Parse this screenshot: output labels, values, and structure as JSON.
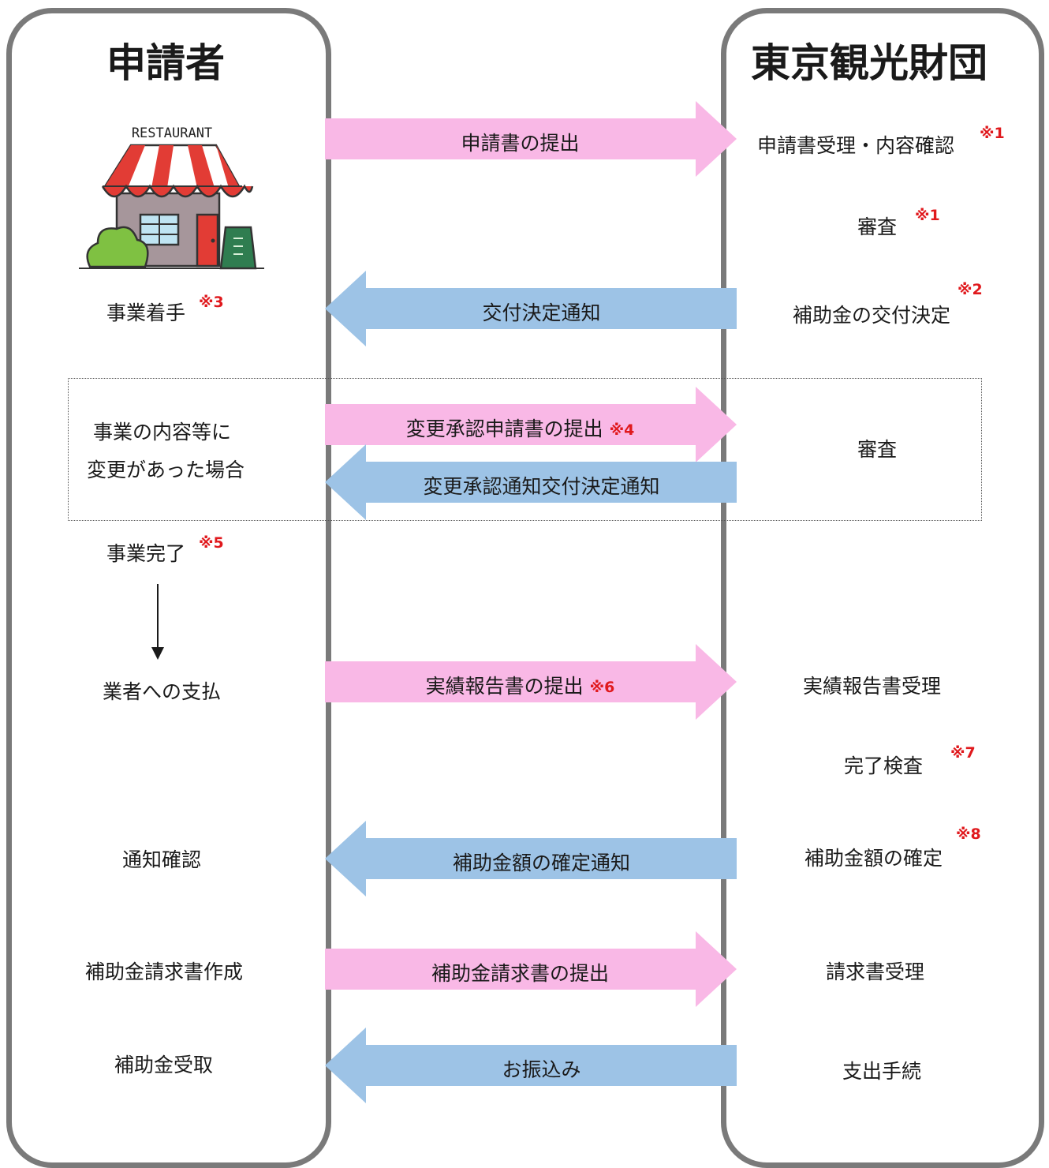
{
  "lanes": {
    "left_title": "申請者",
    "right_title": "東京観光財団"
  },
  "restaurant": {
    "sign_text": "RESTAURANT",
    "icon": "restaurant-icon"
  },
  "left_steps": {
    "start": "事業着手",
    "start_note": "※3",
    "change_line1": "事業の内容等に",
    "change_line2": "変更があった場合",
    "complete": "事業完了",
    "complete_note": "※5",
    "pay": "業者への支払",
    "confirm": "通知確認",
    "invoice_create": "補助金請求書作成",
    "receive": "補助金受取"
  },
  "right_steps": {
    "receipt": "申請書受理・内容確認",
    "receipt_note": "※1",
    "review": "審査",
    "review_note": "※1",
    "decision": "補助金の交付決定",
    "decision_note": "※2",
    "change_review": "審査",
    "report_receipt": "実績報告書受理",
    "inspection": "完了検査",
    "inspection_note": "※7",
    "amount_fix": "補助金額の確定",
    "amount_fix_note": "※8",
    "invoice_receipt": "請求書受理",
    "payout": "支出手続"
  },
  "arrows": {
    "submit": "申請書の提出",
    "decision_notice": "交付決定通知",
    "change_submit": "変更承認申請書の提出",
    "change_submit_note": "※4",
    "change_notice": "変更承認通知交付決定通知",
    "report_submit": "実績報告書の提出",
    "report_submit_note": "※6",
    "amount_notice": "補助金額の確定通知",
    "invoice_submit": "補助金請求書の提出",
    "transfer": "お振込み"
  },
  "colors": {
    "right_arrow": "#f9b8e6",
    "left_arrow": "#9dc3e6",
    "note": "#e0191d",
    "lane_border": "#7a7a7a"
  }
}
